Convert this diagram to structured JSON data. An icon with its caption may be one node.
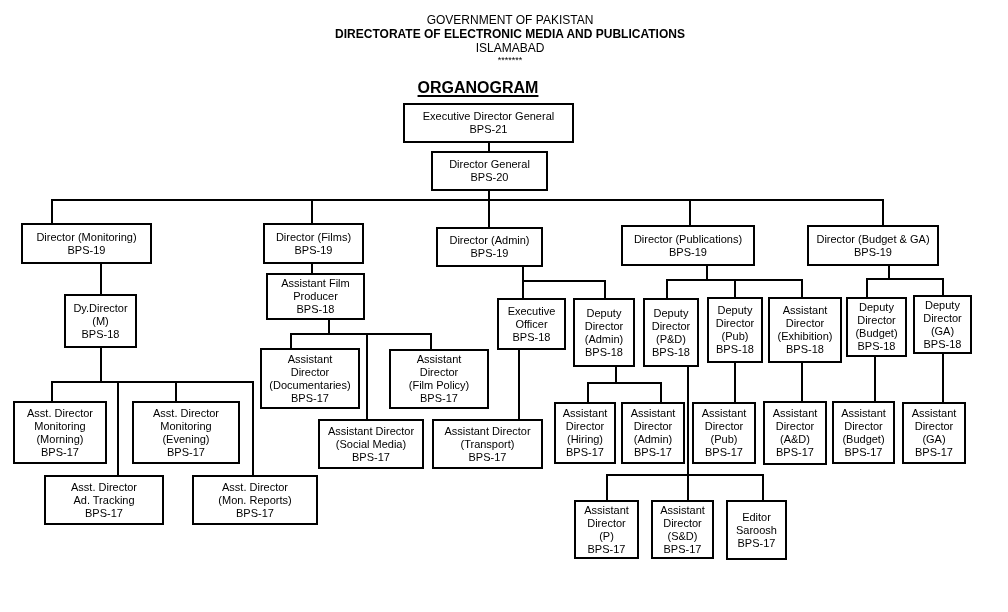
{
  "diagram": {
    "title": "ORGANOGRAM",
    "nodes": [
      {
        "text": [
          "Executive Director General",
          "BPS-21"
        ]
      },
      {
        "text": [
          "Director General",
          "BPS-20"
        ]
      },
      {
        "text": [
          "Director (Monitoring)",
          "BPS-19"
        ]
      },
      {
        "text": [
          "Director (Films)",
          "BPS-19"
        ]
      },
      {
        "text": [
          "Director (Admin)",
          "BPS-19"
        ]
      },
      {
        "text": [
          "Director (Publications)",
          "BPS-19"
        ]
      },
      {
        "text": [
          "Director (Budget & GA)",
          "BPS-19"
        ]
      },
      {
        "text": [
          "Dy.Director (M)",
          "BPS-18"
        ]
      },
      {
        "text": [
          "Assistant Film Producer",
          "BPS-18"
        ]
      },
      {
        "text": [
          "Executive Officer",
          "BPS-18"
        ]
      },
      {
        "text": [
          "Deputy Director (Admin)",
          "BPS-18"
        ]
      },
      {
        "text": [
          "Deputy Director (P&D)",
          "BPS-18"
        ]
      },
      {
        "text": [
          "Deputy Director (Pub)",
          "BPS-18"
        ]
      },
      {
        "text": [
          "Assistant Director (Exhibition)",
          "BPS-18"
        ]
      },
      {
        "text": [
          "Deputy Director (Budget)",
          "BPS-18"
        ]
      },
      {
        "text": [
          "Deputy Director (GA)",
          "BPS-18"
        ]
      },
      {
        "text": [
          "Assistant Director (Documentaries)",
          "BPS-17"
        ]
      },
      {
        "text": [
          "Assistant Director (Film Policy)",
          "BPS-17"
        ]
      },
      {
        "text": [
          "Asst. Director Monitoring (Morning)",
          "BPS-17"
        ]
      },
      {
        "text": [
          "Asst. Director Monitoring (Evening)",
          "BPS-17"
        ]
      },
      {
        "text": [
          "Assistant Director (Hiring)",
          "BPS-17"
        ]
      },
      {
        "text": [
          "Assistant Director (Admin)",
          "BPS-17"
        ]
      },
      {
        "text": [
          "Assistant Director (Pub)",
          "BPS-17"
        ]
      },
      {
        "text": [
          "Assistant Director (A&D)",
          "BPS-17"
        ]
      },
      {
        "text": [
          "Assistant Director (Budget)",
          "BPS-17"
        ]
      },
      {
        "text": [
          "Assistant Director (GA)",
          "BPS-17"
        ]
      },
      {
        "text": [
          "Assistant Director (Social Media)",
          "BPS-17"
        ]
      },
      {
        "text": [
          "Assistant Director (Transport)",
          "BPS-17"
        ]
      },
      {
        "text": [
          "Asst. Director Ad. Tracking",
          "BPS-17"
        ]
      },
      {
        "text": [
          "Asst. Director (Mon. Reports)",
          "BPS-17"
        ]
      },
      {
        "text": [
          "Assistant Director (P)",
          "BPS-17"
        ]
      },
      {
        "text": [
          "Assistant Director (S&D)",
          "BPS-17"
        ]
      },
      {
        "text": [
          "Editor Saroosh",
          "BPS-17"
        ]
      }
    ],
    "edges": [
      {
        "from": 0,
        "to": 1,
        "arrow": "none"
      },
      {
        "from": 1,
        "to": 2,
        "arrow": "none"
      },
      {
        "from": 1,
        "to": 3,
        "arrow": "none"
      },
      {
        "from": 1,
        "to": 4,
        "arrow": "none"
      },
      {
        "from": 1,
        "to": 5,
        "arrow": "none"
      },
      {
        "from": 1,
        "to": 6,
        "arrow": "none"
      },
      {
        "from": 2,
        "to": 7,
        "arrow": "none"
      },
      {
        "from": 3,
        "to": 8,
        "arrow": "none"
      },
      {
        "from": 4,
        "to": 9,
        "arrow": "none"
      },
      {
        "from": 4,
        "to": 10,
        "arrow": "none"
      },
      {
        "from": 5,
        "to": 11,
        "arrow": "none"
      },
      {
        "from": 5,
        "to": 12,
        "arrow": "none"
      },
      {
        "from": 5,
        "to": 13,
        "arrow": "none"
      },
      {
        "from": 6,
        "to": 14,
        "arrow": "none"
      },
      {
        "from": 6,
        "to": 15,
        "arrow": "none"
      },
      {
        "from": 7,
        "to": 18,
        "arrow": "none"
      },
      {
        "from": 7,
        "to": 28,
        "arrow": "none"
      },
      {
        "from": 7,
        "to": 19,
        "arrow": "none"
      },
      {
        "from": 7,
        "to": 29,
        "arrow": "none"
      },
      {
        "from": 8,
        "to": 16,
        "arrow": "none"
      },
      {
        "from": 8,
        "to": 26,
        "arrow": "none"
      },
      {
        "from": 8,
        "to": 17,
        "arrow": "none"
      },
      {
        "from": 9,
        "to": 27,
        "arrow": "none"
      },
      {
        "from": 10,
        "to": 20,
        "arrow": "none"
      },
      {
        "from": 10,
        "to": 21,
        "arrow": "none"
      },
      {
        "from": 11,
        "to": 30,
        "arrow": "none"
      },
      {
        "from": 11,
        "to": 31,
        "arrow": "none"
      },
      {
        "from": 11,
        "to": 32,
        "arrow": "none"
      },
      {
        "from": 12,
        "to": 22,
        "arrow": "none"
      },
      {
        "from": 13,
        "to": 23,
        "arrow": "none"
      },
      {
        "from": 14,
        "to": 24,
        "arrow": "none"
      },
      {
        "from": 15,
        "to": 25,
        "arrow": "none"
      }
    ],
    "labels": [
      "GOVERNMENT OF PAKISTAN",
      "DIRECTORATE OF ELECTRONIC MEDIA AND PUBLICATIONS",
      "ISLAMABAD",
      "*******"
    ]
  }
}
